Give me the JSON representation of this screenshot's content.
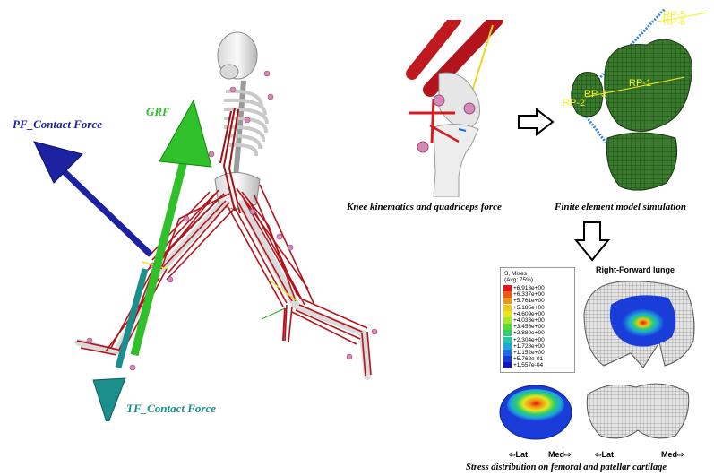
{
  "labels": {
    "pf_force": "PF_Contact Force",
    "grf": "GRF",
    "tf_force": "TF_Contact Force"
  },
  "colors": {
    "pf_force": "#1c22a0",
    "grf": "#2fc02a",
    "tf_force": "#1a8f8c",
    "muscle": "#b3141c",
    "mesh": "#2e6a22"
  },
  "captions": {
    "knee": "Knee kinematics and quadriceps force",
    "fem": "Finite element model simulation",
    "stress": "Stress distribution on femoral and patellar cartilage"
  },
  "reference_points": [
    "RP-1",
    "RP-2",
    "RP-3",
    "RP-5",
    "RP-6"
  ],
  "legend": {
    "title": "S, Mises",
    "subtitle": "(Avg: 75%)",
    "values": [
      "+6.913e+00",
      "+6.337e+00",
      "+5.761e+00",
      "+5.185e+00",
      "+4.609e+00",
      "+4.033e+00",
      "+3.456e+00",
      "+2.880e+00",
      "+2.304e+00",
      "+1.728e+00",
      "+1.152e+00",
      "+5.762e-01",
      "+1.557e-04"
    ],
    "colors": [
      "#e8141a",
      "#ef5a12",
      "#f29412",
      "#f2c81a",
      "#e4e81e",
      "#a8e62a",
      "#5ad83a",
      "#2ecf6a",
      "#22c7a8",
      "#1ea6d8",
      "#1a6ee6",
      "#1838da",
      "#1414b8"
    ]
  },
  "stress_title": "Right-Forward lunge",
  "direction": {
    "lat": "Lat",
    "med": "Med"
  }
}
